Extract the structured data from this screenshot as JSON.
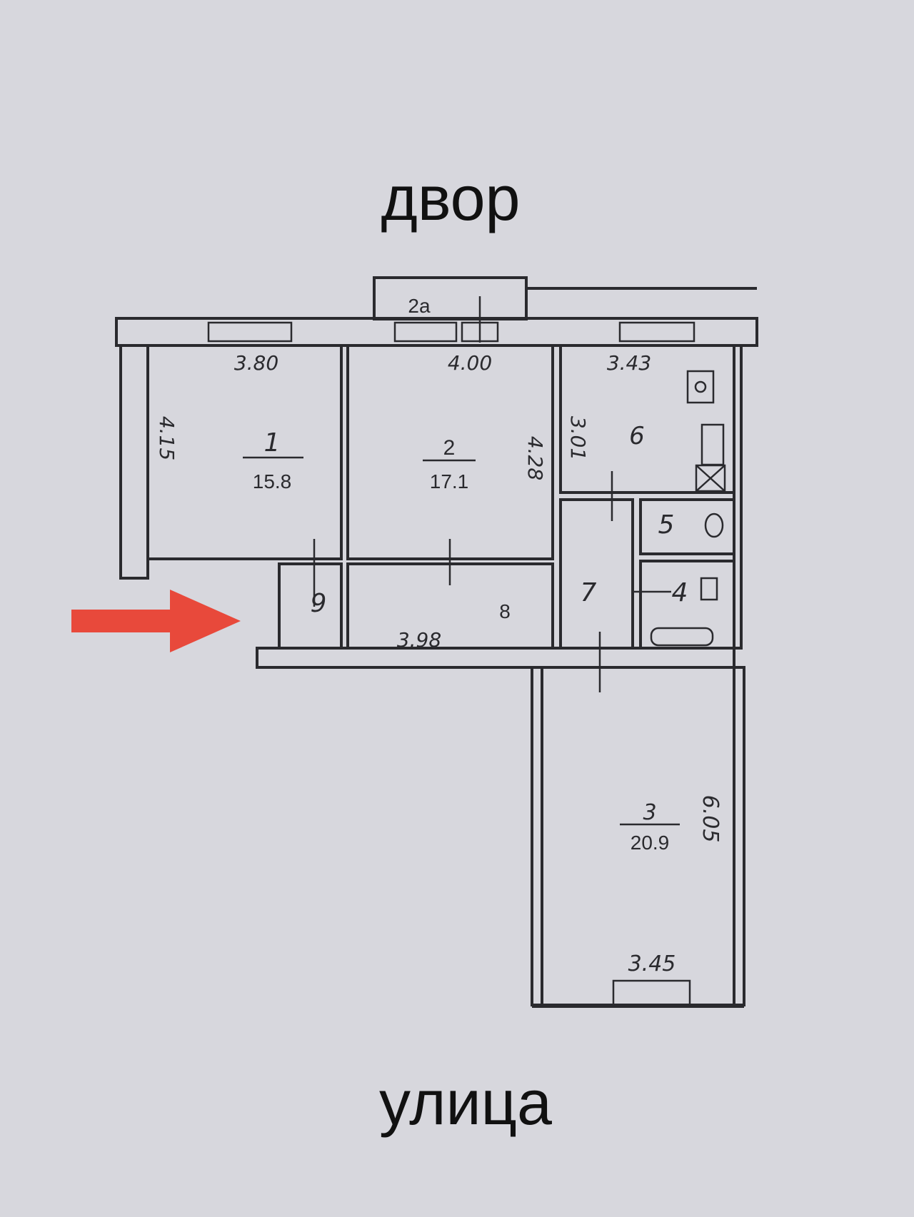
{
  "labels": {
    "top": "двор",
    "bottom": "улица"
  },
  "rooms": [
    {
      "id": "1",
      "area": "15.8"
    },
    {
      "id": "2",
      "area": "17.1"
    },
    {
      "id": "3",
      "area": "20.9"
    },
    {
      "id": "4"
    },
    {
      "id": "5"
    },
    {
      "id": "6"
    },
    {
      "id": "7"
    },
    {
      "id": "8"
    },
    {
      "id": "9"
    },
    {
      "id": "2a"
    }
  ],
  "dimensions": {
    "room1_width": "3.80",
    "room1_length": "4.15",
    "room2_width": "4.00",
    "room2_length": "4.28",
    "room6_width": "3.43",
    "room6_length": "3.01",
    "room8_width": "3.98",
    "room3_width": "3.45",
    "room3_length": "6.05"
  },
  "colors": {
    "arrow": "#e8493b",
    "background": "#d7d7dd",
    "ink": "#2a2a2e"
  },
  "icons": {
    "entrance": "arrow-right-icon"
  }
}
